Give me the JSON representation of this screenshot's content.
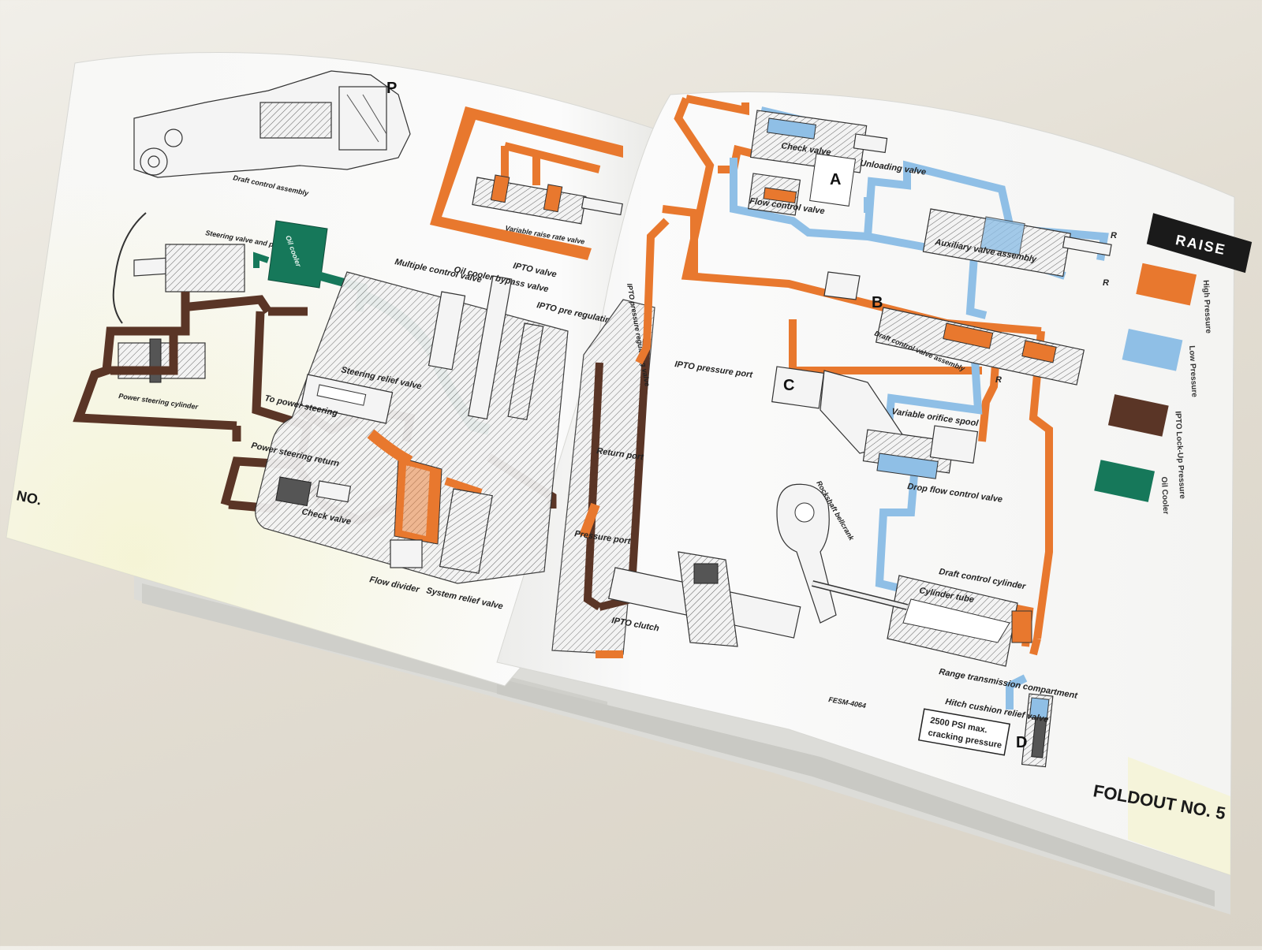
{
  "legend": {
    "title": "RAISE",
    "items": [
      {
        "label": "High Pressure",
        "color": "#e8782e"
      },
      {
        "label": "Low Pressure",
        "color": "#8fbfe6"
      },
      {
        "label": "IPTO Lock-Up Pressure",
        "color": "#5a3526"
      },
      {
        "label": "Oil Cooler",
        "color": "#16785a"
      }
    ]
  },
  "colors": {
    "high_pressure": "#e8782e",
    "low_pressure": "#8fbfe6",
    "ipto_lockup": "#5a3526",
    "oil_cooler": "#16785a",
    "paper": "#fafafa",
    "background": "#e6e1d7"
  },
  "page_footer": {
    "foldout_label": "FOLDOUT NO. 5",
    "left_foldout_fragment": "NO.",
    "drawing_number": "FESM-4064"
  },
  "left_page_labels": {
    "draft_control_assembly": "Draft control assembly",
    "steering_valve_and_pump": "Steering valve and pump",
    "power_steering_cylinder": "Power steering cylinder",
    "variable_raise_rate_valve": "Variable raise rate valve",
    "oil_cooler": "Oil cooler",
    "multiple_control_valve": "Multiple control valve",
    "oil_cooler_bypass_valve": "Oil cooler bypass valve",
    "ipto_valve": "IPTO valve",
    "ipto_pressure_regulating": "IPTO pre regulatin",
    "steering_relief_valve": "Steering relief valve",
    "to_power_steering": "To power steering",
    "power_steering_return": "Power steering return",
    "check_valve": "Check valve",
    "flow_divider": "Flow divider",
    "system_relief_valve": "System relief valve",
    "letter_p": "P"
  },
  "right_page_labels": {
    "ipto_pressure_regulating_valve": "IPTO pressure regulating valve",
    "check_valve": "Check valve",
    "unloading_valve": "Unloading valve",
    "flow_control_valve": "Flow control valve",
    "auxiliary_valve_assembly": "Auxiliary valve assembly",
    "draft_control_valve_assembly": "Draft control valve assembly",
    "ipto_pressure_port": "IPTO pressure port",
    "return_port": "Return port",
    "pressure_port": "Pressure port",
    "variable_orifice_spool": "Variable orifice spool",
    "drop_flow_control_valve": "Drop flow control valve",
    "rockshaft_bellcrank": "Rockshaft bellcrank",
    "draft_control_cylinder": "Draft control cylinder",
    "cylinder_tube": "Cylinder tube",
    "range_transmission_compartment": "Range transmission compartment",
    "hitch_cushion_relief_valve": "Hitch cushion relief valve",
    "cracking_pressure_line1": "2500 PSI max.",
    "cracking_pressure_line2": "cracking pressure",
    "ipto_clutch": "IPTO clutch",
    "letter_a": "A",
    "letter_b": "B",
    "letter_c": "C",
    "letter_d": "D",
    "letter_r": "R"
  }
}
